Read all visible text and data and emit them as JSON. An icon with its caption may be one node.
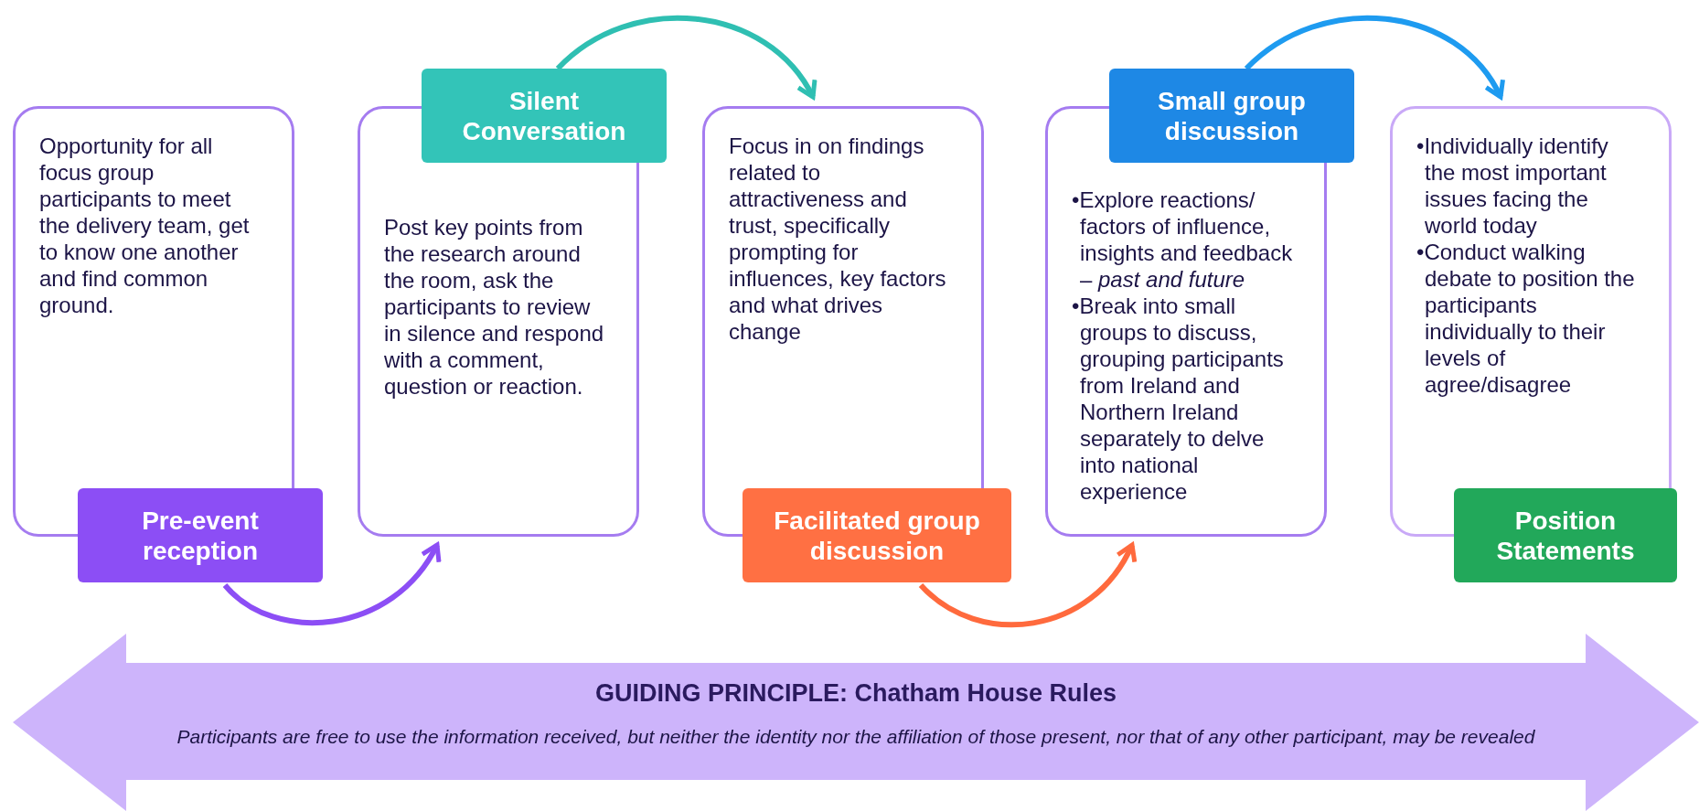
{
  "diagram": {
    "nodes": [
      {
        "text": [
          "Opportunity for all focus group participants to meet the delivery team, get to know one another and find common ground.",
          "Pre-event reception"
        ]
      },
      {
        "text": [
          "Silent Conversation",
          "Post key points from the research around the room, ask the participants to review in silence and respond with a comment, question or reaction."
        ]
      },
      {
        "text": [
          "Focus in on findings related to attractiveness and trust, specifically prompting for influences, key factors and what drives change",
          "Facilitated group discussion"
        ]
      },
      {
        "text": [
          "Small group discussion",
          "•Explore reactions/ factors of influence, insights and feedback – *past and future*",
          "•Break into small groups to discuss, grouping participants from Ireland and Northern Ireland separately to delve into national experience"
        ]
      },
      {
        "text": [
          "•Individually identify the most important issues facing the world today",
          "•Conduct walking debate to position the participants individually to their levels of agree/disagree",
          "Position Statements"
        ]
      },
      {
        "text": [
          "GUIDING PRINCIPLE: Chatham House Rules",
          "Participants are free to use the information received, but neither the identity nor the affiliation of those present, nor that of any other participant, may be revealed"
        ]
      }
    ],
    "edges": [
      {
        "from": 0,
        "to": 1,
        "arrow": "to",
        "color": "#8c4ef5"
      },
      {
        "from": 1,
        "to": 2,
        "arrow": "to",
        "color": "#2fbfb2"
      },
      {
        "from": 2,
        "to": 3,
        "arrow": "to",
        "color": "#ff6a3d"
      },
      {
        "from": 3,
        "to": 4,
        "arrow": "to",
        "color": "#1e9bf0"
      }
    ]
  }
}
